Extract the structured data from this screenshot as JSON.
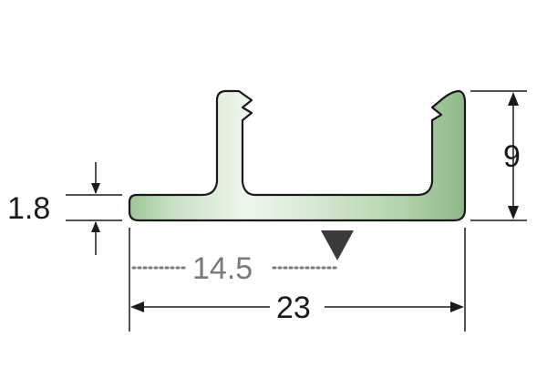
{
  "diagram": {
    "type": "profile-cross-section",
    "units_label": "",
    "dimensions": {
      "height_total": "9",
      "base_thickness": "1.8",
      "overall_width": "23",
      "center_offset": "14.5"
    },
    "colors": {
      "profile_fill_light": "#e8f3e6",
      "profile_fill_mid": "#b9d6b3",
      "profile_fill_dark": "#8fb889",
      "outline": "#1a1a1a",
      "marker": "#3a3a3a",
      "dim_text": "#1a1a1a",
      "offset_text": "#7a7a7a"
    },
    "marker_icon": "triangle-down-icon"
  }
}
